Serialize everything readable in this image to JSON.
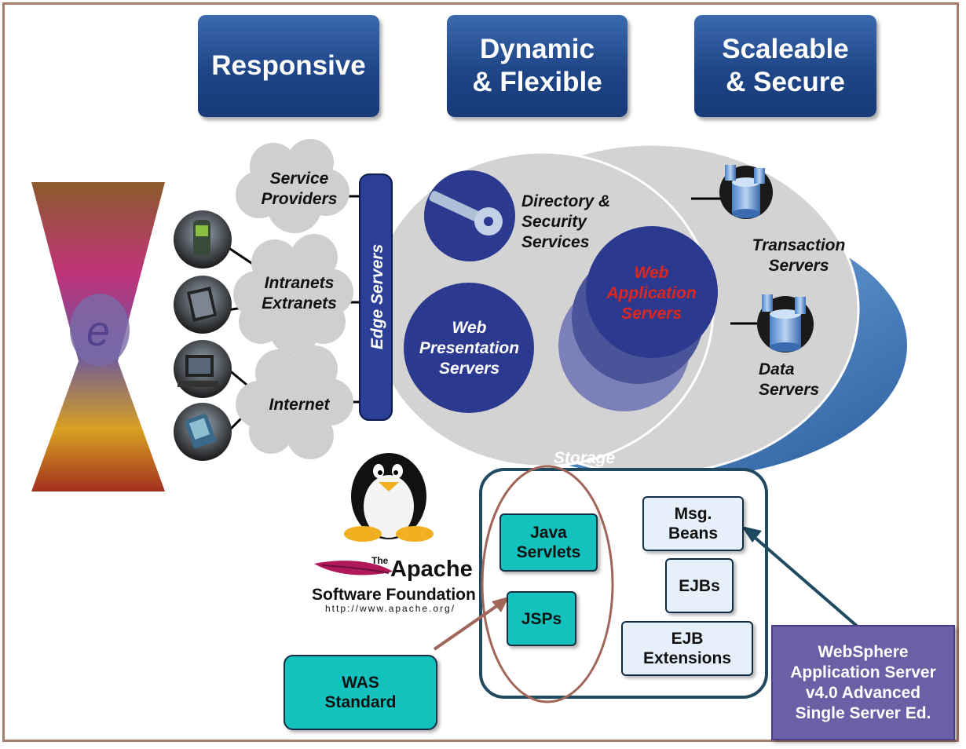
{
  "headers": {
    "responsive": "Responsive",
    "dynamic": [
      "Dynamic",
      "& Flexible"
    ],
    "scaleable": [
      "Scaleable",
      "& Secure"
    ]
  },
  "clouds": {
    "service_providers": [
      "Service",
      "Providers"
    ],
    "intranets": [
      "Intranets",
      "Extranets"
    ],
    "internet": "Internet"
  },
  "edge_servers": "Edge Servers",
  "services": {
    "directory": [
      "Directory &",
      "Security",
      "Services"
    ],
    "web_presentation": [
      "Web",
      "Presentation",
      "Servers"
    ],
    "web_application": [
      "Web",
      "Application",
      "Servers"
    ],
    "transaction": [
      "Transaction",
      "Servers"
    ],
    "data": [
      "Data",
      "Servers"
    ],
    "storage": "Storage"
  },
  "components": {
    "java_servlets": [
      "Java",
      "Servlets"
    ],
    "jsps": "JSPs",
    "msg_beans": [
      "Msg.",
      "Beans"
    ],
    "ejbs": "EJBs",
    "ejb_extensions": [
      "EJB",
      "Extensions"
    ]
  },
  "was_standard": [
    "WAS",
    "Standard"
  ],
  "websphere": [
    "WebSphere",
    "Application Server",
    "v4.0 Advanced",
    "Single Server Ed."
  ],
  "apache": {
    "the": "The",
    "name": "Apache",
    "foundation": "Software Foundation",
    "url": "http://www.apache.org/"
  },
  "colors": {
    "header_blue": "#1e4587",
    "circle_navy": "#2b3a8f",
    "web_app_text_red": "#e0261c",
    "teal_box": "#14c2bd",
    "pale_box": "#e6f0fb",
    "websphere_purple": "#6b5fa6",
    "frame_brown": "#a87c6a"
  }
}
